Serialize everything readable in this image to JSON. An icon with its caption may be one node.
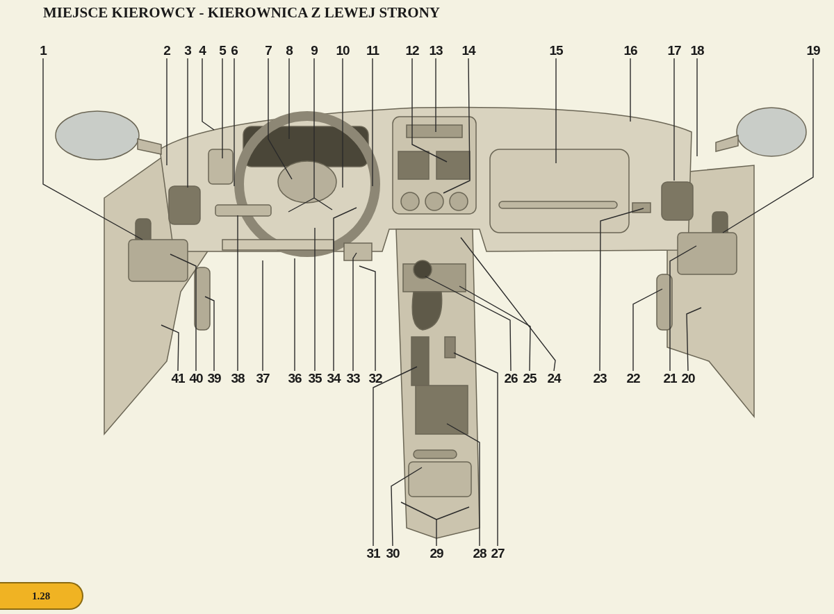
{
  "diagram": {
    "title": "MIEJSCE KIEROWCY - KIEROWNICA Z LEWEJ STRONY",
    "nodes": [
      {
        "text": [
          "1"
        ]
      },
      {
        "text": [
          "2"
        ]
      },
      {
        "text": [
          "3"
        ]
      },
      {
        "text": [
          "4"
        ]
      },
      {
        "text": [
          "5"
        ]
      },
      {
        "text": [
          "6"
        ]
      },
      {
        "text": [
          "7"
        ]
      },
      {
        "text": [
          "8"
        ]
      },
      {
        "text": [
          "9"
        ]
      },
      {
        "text": [
          "10"
        ]
      },
      {
        "text": [
          "11"
        ]
      },
      {
        "text": [
          "12"
        ]
      },
      {
        "text": [
          "13"
        ]
      },
      {
        "text": [
          "14"
        ]
      },
      {
        "text": [
          "15"
        ]
      },
      {
        "text": [
          "16"
        ]
      },
      {
        "text": [
          "17"
        ]
      },
      {
        "text": [
          "18"
        ]
      },
      {
        "text": [
          "19"
        ]
      },
      {
        "text": [
          "20"
        ]
      },
      {
        "text": [
          "21"
        ]
      },
      {
        "text": [
          "22"
        ]
      },
      {
        "text": [
          "23"
        ]
      },
      {
        "text": [
          "24"
        ]
      },
      {
        "text": [
          "25"
        ]
      },
      {
        "text": [
          "26"
        ]
      },
      {
        "text": [
          "27"
        ]
      },
      {
        "text": [
          "28"
        ]
      },
      {
        "text": [
          "29"
        ]
      },
      {
        "text": [
          "30"
        ]
      },
      {
        "text": [
          "31"
        ]
      },
      {
        "text": [
          "32"
        ]
      },
      {
        "text": [
          "33"
        ]
      },
      {
        "text": [
          "34"
        ]
      },
      {
        "text": [
          "35"
        ]
      },
      {
        "text": [
          "36"
        ]
      },
      {
        "text": [
          "37"
        ]
      },
      {
        "text": [
          "38"
        ]
      },
      {
        "text": [
          "39"
        ]
      },
      {
        "text": [
          "40"
        ]
      },
      {
        "text": [
          "41"
        ]
      }
    ],
    "edges": [
      {
        "from": 0,
        "to": null,
        "arrow": "none"
      },
      {
        "from": 1,
        "to": null,
        "arrow": "none"
      },
      {
        "from": 2,
        "to": null,
        "arrow": "none"
      },
      {
        "from": 3,
        "to": null,
        "arrow": "none"
      },
      {
        "from": 4,
        "to": null,
        "arrow": "none"
      },
      {
        "from": 5,
        "to": null,
        "arrow": "none"
      },
      {
        "from": 6,
        "to": null,
        "arrow": "none"
      },
      {
        "from": 7,
        "to": null,
        "arrow": "none"
      },
      {
        "from": 8,
        "to": null,
        "arrow": "none"
      },
      {
        "from": 8,
        "to": null,
        "arrow": "none"
      },
      {
        "from": 9,
        "to": null,
        "arrow": "none"
      },
      {
        "from": 10,
        "to": null,
        "arrow": "none"
      },
      {
        "from": 11,
        "to": null,
        "arrow": "none"
      },
      {
        "from": 12,
        "to": null,
        "arrow": "none"
      },
      {
        "from": 13,
        "to": null,
        "arrow": "none"
      },
      {
        "from": 14,
        "to": null,
        "arrow": "none"
      },
      {
        "from": 15,
        "to": null,
        "arrow": "none"
      },
      {
        "from": 16,
        "to": null,
        "arrow": "none"
      },
      {
        "from": 17,
        "to": null,
        "arrow": "none"
      },
      {
        "from": 18,
        "to": null,
        "arrow": "none"
      },
      {
        "from": 19,
        "to": null,
        "arrow": "none"
      },
      {
        "from": 20,
        "to": null,
        "arrow": "none"
      },
      {
        "from": 21,
        "to": null,
        "arrow": "none"
      },
      {
        "from": 22,
        "to": null,
        "arrow": "none"
      },
      {
        "from": 23,
        "to": null,
        "arrow": "none"
      },
      {
        "from": 24,
        "to": null,
        "arrow": "none"
      },
      {
        "from": 25,
        "to": null,
        "arrow": "none"
      },
      {
        "from": 26,
        "to": null,
        "arrow": "none"
      },
      {
        "from": 27,
        "to": null,
        "arrow": "none"
      },
      {
        "from": 28,
        "to": null,
        "arrow": "none"
      },
      {
        "from": 28,
        "to": null,
        "arrow": "none"
      },
      {
        "from": 29,
        "to": null,
        "arrow": "none"
      },
      {
        "from": 30,
        "to": null,
        "arrow": "none"
      },
      {
        "from": 31,
        "to": null,
        "arrow": "none"
      },
      {
        "from": 32,
        "to": null,
        "arrow": "none"
      },
      {
        "from": 33,
        "to": null,
        "arrow": "none"
      },
      {
        "from": 34,
        "to": null,
        "arrow": "none"
      },
      {
        "from": 35,
        "to": null,
        "arrow": "none"
      },
      {
        "from": 36,
        "to": null,
        "arrow": "none"
      },
      {
        "from": 37,
        "to": null,
        "arrow": "none"
      },
      {
        "from": 38,
        "to": null,
        "arrow": "none"
      },
      {
        "from": 39,
        "to": null,
        "arrow": "none"
      },
      {
        "from": 40,
        "to": null,
        "arrow": "none"
      }
    ],
    "labels": [
      "1.28"
    ]
  }
}
